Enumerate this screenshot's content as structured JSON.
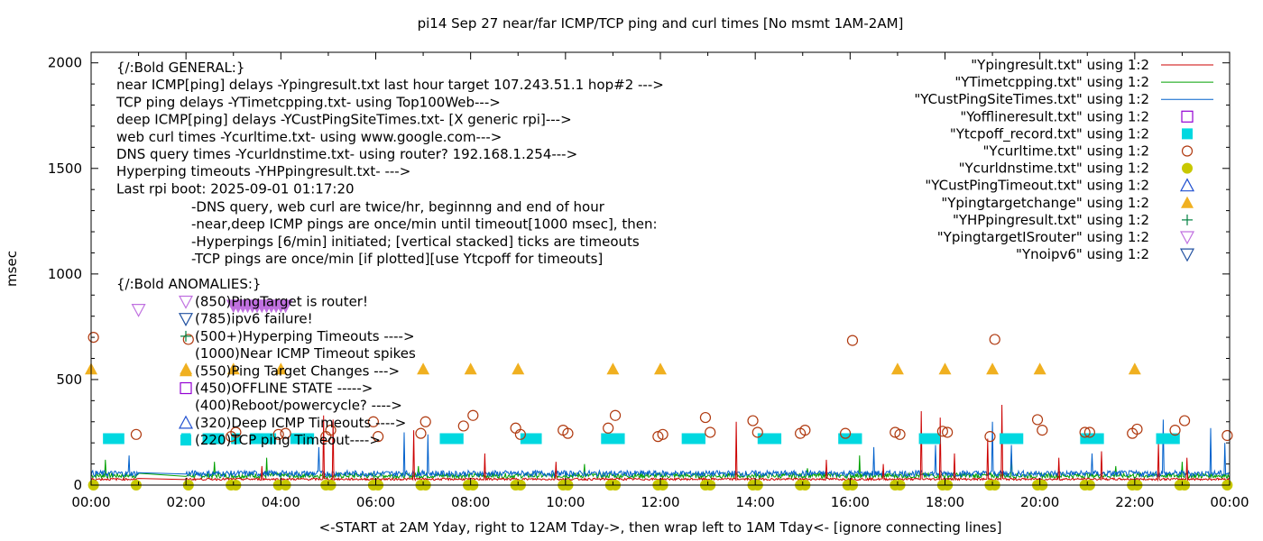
{
  "chart_data": {
    "type": "scatter",
    "title": "pi14 Sep 27  near/far ICMP/TCP ping and curl times [No msmt 1AM-2AM]",
    "xlabel": "<-START at 2AM Yday, right to 12AM Tday->, then wrap left to 1AM Tday<- [ignore connecting lines]",
    "ylabel": "msec",
    "xlim": [
      0,
      24
    ],
    "ylim": [
      0,
      2050
    ],
    "x_ticks": [
      "00:00",
      "02:00",
      "04:00",
      "06:00",
      "08:00",
      "10:00",
      "12:00",
      "14:00",
      "16:00",
      "18:00",
      "20:00",
      "22:00",
      "00:00"
    ],
    "y_ticks": [
      0,
      500,
      1000,
      1500,
      2000
    ],
    "legend_position": "top-right",
    "legend": [
      {
        "label": "\"Ypingresult.txt\" using 1:2",
        "color": "#cc0000",
        "marker": "line"
      },
      {
        "label": "\"YTimetcpping.txt\" using 1:2",
        "color": "#00a000",
        "marker": "line"
      },
      {
        "label": "\"YCustPingSiteTimes.txt\" using 1:2",
        "color": "#0060cc",
        "marker": "line"
      },
      {
        "label": "\"Yofflineresult.txt\" using 1:2",
        "color": "#9400d3",
        "marker": "open-square"
      },
      {
        "label": "\"Ytcpoff_record.txt\" using 1:2",
        "color": "#00d8e0",
        "marker": "filled-square"
      },
      {
        "label": "\"Ycurltime.txt\" using 1:2",
        "color": "#b03a10",
        "marker": "open-circle"
      },
      {
        "label": "\"Ycurldnstime.txt\" using 1:2",
        "color": "#c8c800",
        "marker": "filled-circle"
      },
      {
        "label": "\"YCustPingTimeout.txt\" using 1:2",
        "color": "#2050d0",
        "marker": "open-triangle"
      },
      {
        "label": "\"Ypingtargetchange\" using 1:2",
        "color": "#f0b020",
        "marker": "filled-triangle"
      },
      {
        "label": "\"YHPpingresult.txt\" using 1:2",
        "color": "#008040",
        "marker": "plus"
      },
      {
        "label": "\"YpingtargetISrouter\" using 1:2",
        "color": "#c070e0",
        "marker": "open-down-triangle"
      },
      {
        "label": "\"Ynoipv6\" using 1:2",
        "color": "#2050a0",
        "marker": "open-down-triangle"
      }
    ],
    "notes_general": [
      "{/:Bold GENERAL:}",
      "near ICMP[ping] delays -Ypingresult.txt last hour target 107.243.51.1 hop#2 --->",
      "TCP ping delays -YTimetcpping.txt- using Top100Web--->",
      "deep ICMP[ping] delays -YCustPingSiteTimes.txt- [X generic rpi]--->",
      "web curl times -Ycurltime.txt- using www.google.com--->",
      "DNS query times -Ycurldnstime.txt- using router? 192.168.1.254--->",
      "Hyperping timeouts -YHPpingresult.txt- --->",
      "Last rpi boot: 2025-09-01 01:17:20"
    ],
    "notes_detail": [
      "-DNS query, web curl are twice/hr, beginnng and end of hour",
      "-near,deep ICMP pings are once/min until timeout[1000 msec], then:",
      "  -Hyperpings [6/min] initiated; [vertical stacked] ticks are timeouts",
      "-TCP pings are once/min [if plotted][use Ytcpoff for timeouts]"
    ],
    "notes_anomalies_title": "{/:Bold ANOMALIES:}",
    "anomalies": [
      {
        "text": "(850)PingTarget is router!",
        "marker": "open-down-triangle",
        "color": "#c070e0"
      },
      {
        "text": "(785)ipv6 failure!",
        "marker": "open-down-triangle",
        "color": "#2050a0"
      },
      {
        "text": "(500+)Hyperping Timeouts ---->",
        "marker": "plus",
        "color": "#008040"
      },
      {
        "text": "(1000)Near ICMP Timeout spikes",
        "marker": "none",
        "color": "#cc0000"
      },
      {
        "text": "(550)Ping Target Changes --->",
        "marker": "filled-triangle",
        "color": "#f0b020"
      },
      {
        "text": "(450)OFFLINE STATE ----->",
        "marker": "open-square",
        "color": "#9400d3"
      },
      {
        "text": "(400)Reboot/powercycle? ---->",
        "marker": "none",
        "color": "#000000"
      },
      {
        "text": "(320)Deep ICMP Timeouts ---->",
        "marker": "open-triangle",
        "color": "#2050d0"
      },
      {
        "text": "(220)TCP ping Timeout---->",
        "marker": "filled-square",
        "color": "#00d8e0"
      }
    ],
    "series": {
      "near_icmp_baseline_ms": 28,
      "tcp_baseline_ms": 45,
      "deep_icmp_baseline_ms": 55,
      "near_icmp_spikes": [
        {
          "x": 3.6,
          "y": 90
        },
        {
          "x": 4.9,
          "y": 330
        },
        {
          "x": 5.1,
          "y": 310
        },
        {
          "x": 6.8,
          "y": 260
        },
        {
          "x": 8.3,
          "y": 150
        },
        {
          "x": 9.8,
          "y": 110
        },
        {
          "x": 13.6,
          "y": 300
        },
        {
          "x": 15.5,
          "y": 120
        },
        {
          "x": 16.7,
          "y": 100
        },
        {
          "x": 17.5,
          "y": 350
        },
        {
          "x": 17.9,
          "y": 320
        },
        {
          "x": 18.2,
          "y": 150
        },
        {
          "x": 18.9,
          "y": 220
        },
        {
          "x": 19.2,
          "y": 380
        },
        {
          "x": 20.4,
          "y": 130
        },
        {
          "x": 21.3,
          "y": 160
        },
        {
          "x": 22.5,
          "y": 200
        },
        {
          "x": 23.1,
          "y": 130
        }
      ],
      "deep_icmp_spikes": [
        {
          "x": 0.8,
          "y": 140
        },
        {
          "x": 4.8,
          "y": 180
        },
        {
          "x": 6.6,
          "y": 250
        },
        {
          "x": 7.1,
          "y": 240
        },
        {
          "x": 16.5,
          "y": 180
        },
        {
          "x": 17.8,
          "y": 190
        },
        {
          "x": 19.0,
          "y": 300
        },
        {
          "x": 19.4,
          "y": 190
        },
        {
          "x": 21.1,
          "y": 150
        },
        {
          "x": 22.6,
          "y": 310
        },
        {
          "x": 23.6,
          "y": 270
        },
        {
          "x": 23.9,
          "y": 200
        }
      ],
      "tcp_spikes": [
        {
          "x": 0.3,
          "y": 120
        },
        {
          "x": 2.6,
          "y": 110
        },
        {
          "x": 3.7,
          "y": 130
        },
        {
          "x": 6.9,
          "y": 90
        },
        {
          "x": 10.4,
          "y": 100
        },
        {
          "x": 15.1,
          "y": 80
        },
        {
          "x": 16.2,
          "y": 140
        },
        {
          "x": 19.4,
          "y": 150
        },
        {
          "x": 21.6,
          "y": 90
        },
        {
          "x": 23.0,
          "y": 110
        }
      ],
      "curl_times": [
        {
          "x": 0.05,
          "y": 700
        },
        {
          "x": 0.95,
          "y": 240
        },
        {
          "x": 2.05,
          "y": 690
        },
        {
          "x": 2.95,
          "y": 230
        },
        {
          "x": 3.05,
          "y": 250
        },
        {
          "x": 3.95,
          "y": 240
        },
        {
          "x": 4.1,
          "y": 245
        },
        {
          "x": 4.95,
          "y": 230
        },
        {
          "x": 5.05,
          "y": 260
        },
        {
          "x": 5.95,
          "y": 300
        },
        {
          "x": 6.05,
          "y": 230
        },
        {
          "x": 6.95,
          "y": 245
        },
        {
          "x": 7.05,
          "y": 300
        },
        {
          "x": 7.85,
          "y": 280
        },
        {
          "x": 8.05,
          "y": 330
        },
        {
          "x": 8.95,
          "y": 270
        },
        {
          "x": 9.05,
          "y": 240
        },
        {
          "x": 9.95,
          "y": 260
        },
        {
          "x": 10.05,
          "y": 245
        },
        {
          "x": 10.9,
          "y": 270
        },
        {
          "x": 11.05,
          "y": 330
        },
        {
          "x": 11.95,
          "y": 230
        },
        {
          "x": 12.05,
          "y": 240
        },
        {
          "x": 12.95,
          "y": 320
        },
        {
          "x": 13.05,
          "y": 250
        },
        {
          "x": 13.95,
          "y": 305
        },
        {
          "x": 14.05,
          "y": 250
        },
        {
          "x": 14.95,
          "y": 245
        },
        {
          "x": 15.05,
          "y": 260
        },
        {
          "x": 15.9,
          "y": 245
        },
        {
          "x": 16.05,
          "y": 685
        },
        {
          "x": 16.95,
          "y": 250
        },
        {
          "x": 17.05,
          "y": 240
        },
        {
          "x": 17.95,
          "y": 255
        },
        {
          "x": 18.05,
          "y": 250
        },
        {
          "x": 18.95,
          "y": 230
        },
        {
          "x": 19.05,
          "y": 690
        },
        {
          "x": 19.95,
          "y": 310
        },
        {
          "x": 20.05,
          "y": 260
        },
        {
          "x": 20.95,
          "y": 250
        },
        {
          "x": 21.05,
          "y": 250
        },
        {
          "x": 21.95,
          "y": 245
        },
        {
          "x": 22.05,
          "y": 265
        },
        {
          "x": 22.85,
          "y": 260
        },
        {
          "x": 23.05,
          "y": 305
        },
        {
          "x": 23.95,
          "y": 235
        }
      ],
      "dns_times": [
        0.05,
        0.95,
        2.05,
        2.95,
        3.05,
        3.95,
        4.1,
        4.95,
        5.05,
        5.95,
        6.05,
        6.95,
        7.05,
        7.95,
        8.05,
        8.95,
        9.05,
        9.95,
        10.05,
        10.95,
        11.05,
        11.95,
        12.05,
        12.95,
        13.05,
        13.95,
        14.05,
        14.95,
        15.05,
        15.95,
        16.05,
        16.95,
        17.05,
        17.95,
        18.05,
        18.95,
        19.05,
        19.95,
        20.05,
        20.95,
        21.05,
        21.95,
        22.05,
        22.95,
        23.05,
        23.95
      ],
      "dns_y": 0,
      "tcp_timeouts": [
        {
          "x0": 0.25,
          "x1": 0.7
        },
        {
          "x0": 1.9,
          "x1": 2.1
        },
        {
          "x0": 2.35,
          "x1": 2.8
        },
        {
          "x0": 2.95,
          "x1": 3.15
        },
        {
          "x0": 3.35,
          "x1": 3.9
        },
        {
          "x0": 4.2,
          "x1": 4.7
        },
        {
          "x0": 7.35,
          "x1": 7.85
        },
        {
          "x0": 9.05,
          "x1": 9.5
        },
        {
          "x0": 10.75,
          "x1": 11.25
        },
        {
          "x0": 12.45,
          "x1": 12.95
        },
        {
          "x0": 14.05,
          "x1": 14.55
        },
        {
          "x0": 15.75,
          "x1": 16.25
        },
        {
          "x0": 17.45,
          "x1": 17.9
        },
        {
          "x0": 19.15,
          "x1": 19.65
        },
        {
          "x0": 20.85,
          "x1": 21.35
        },
        {
          "x0": 22.45,
          "x1": 22.95
        }
      ],
      "tcp_timeout_y": 220,
      "ping_target_changes": [
        0.0,
        2.0,
        3.0,
        4.0,
        7.0,
        8.0,
        9.0,
        11.0,
        12.0,
        17.0,
        18.0,
        19.0,
        20.0,
        22.0
      ],
      "ping_target_change_y": 550,
      "ping_target_is_router": [
        {
          "x": 1.0,
          "y": 830
        },
        {
          "x": 3.0,
          "y": 850
        },
        {
          "x": 3.1,
          "y": 850
        },
        {
          "x": 3.2,
          "y": 850
        },
        {
          "x": 3.3,
          "y": 850
        },
        {
          "x": 3.4,
          "y": 850
        },
        {
          "x": 3.5,
          "y": 850
        },
        {
          "x": 3.6,
          "y": 850
        },
        {
          "x": 3.7,
          "y": 850
        },
        {
          "x": 3.8,
          "y": 850
        },
        {
          "x": 3.9,
          "y": 850
        },
        {
          "x": 4.0,
          "y": 850
        },
        {
          "x": 4.1,
          "y": 850
        }
      ]
    }
  }
}
